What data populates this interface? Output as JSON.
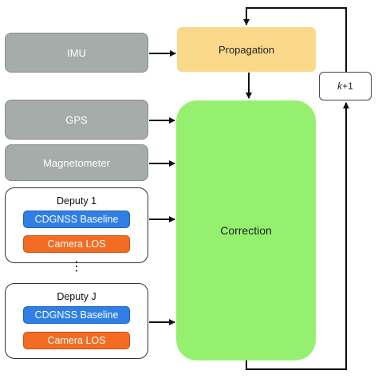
{
  "diagram": {
    "sensors": {
      "imu": "IMU",
      "gps": "GPS",
      "magnetometer": "Magnetometer"
    },
    "propagation": "Propagation",
    "correction": "Correction",
    "iteration": {
      "k": "k",
      "plus_one": "+1"
    },
    "deputies": [
      {
        "title": "Deputy 1",
        "cdgnss": "CDGNSS Baseline",
        "camera": "Camera LOS"
      },
      {
        "title": "Deputy J",
        "cdgnss": "CDGNSS Baseline",
        "camera": "Camera LOS"
      }
    ],
    "ellipsis": "⋮"
  },
  "colors": {
    "sensor_gray": "#a6acaa",
    "propagation_yellow": "#fbd98b",
    "correction_green": "#96f070",
    "cdgnss_blue": "#2f7fe6",
    "camera_orange": "#f26c23"
  }
}
